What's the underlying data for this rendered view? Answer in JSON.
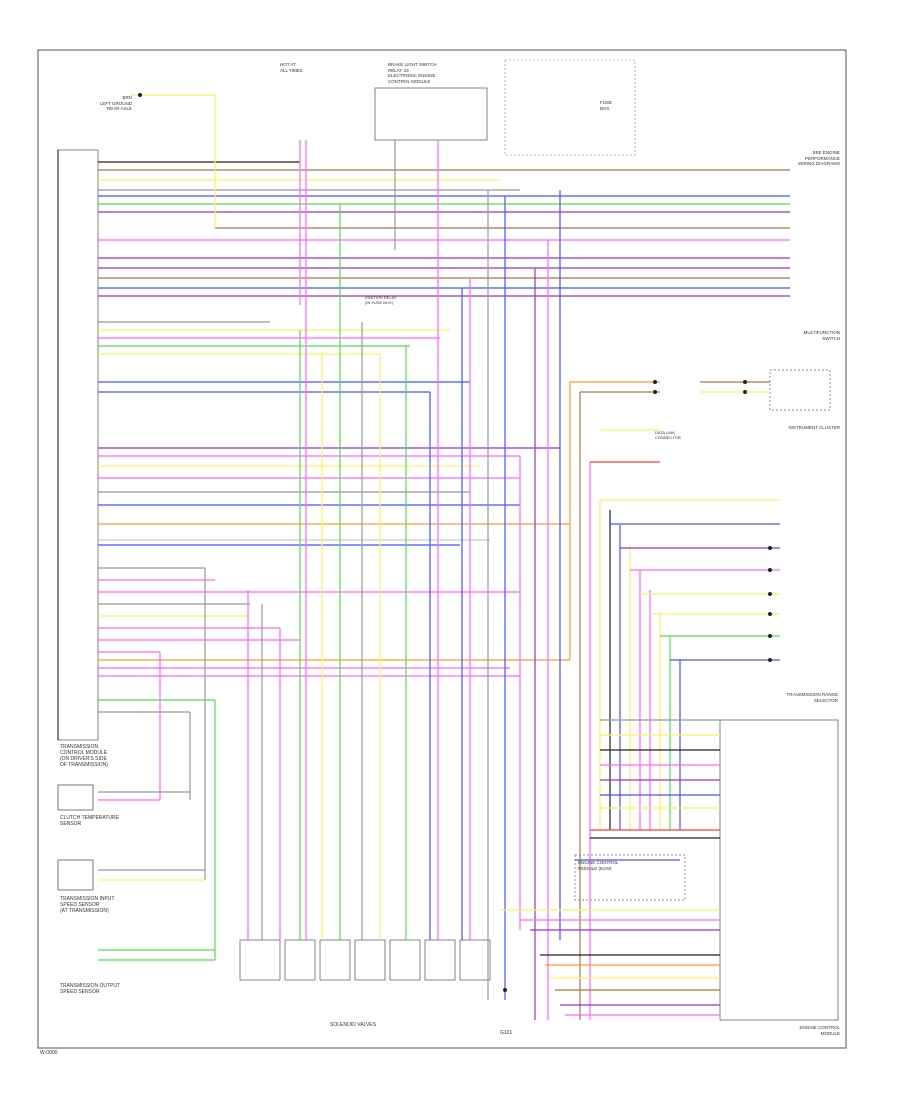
{
  "diagram": {
    "footer_left": "W-0000",
    "components": {
      "tcm": "TRANSMISSION\nCONTROL MODULE\n(ON DRIVER'S SIDE\nOF TRANSMISSION)",
      "clutch_sensor": "CLUTCH TEMPERATURE\nSENSOR",
      "input_speed": "TRANSMISSION INPUT\nSPEED SENSOR\n(AT TRANSMISSION)",
      "output_speed": "TRANSMISSION OUTPUT\nSPEED SENSOR",
      "solenoid_valves": "SOLENOID VALVES",
      "ignition_relay": "IGNITION RELAY\n(IN FUSE BOX)",
      "ground": "G101",
      "range_sensor": "MULTIFUNCTION\nSWITCH",
      "ecm": "ENGINE CONTROL\nMODULE",
      "pcm": "ENGINE CONTROL\nMODULE (ECM)",
      "trans_fluid": "TRANSMISSION RANGE\nSELECTOR",
      "instrument_cluster": "INSTRUMENT CLUSTER",
      "data_link": "DATA LINK\nCONNECTOR",
      "top_center": "BRAKE LIGHT SWITCH\nRELAY 23\nELECTRONIC ENGINE\nCONTROL MODULE",
      "fuse_box_1": "HOT AT\nALL TIMES",
      "fuse_box_2": "FUSE\nBOX",
      "left_tag": "BRN\nLEFT GROUND\nREAR AXLE",
      "right_top": "SEE ENGINE\nPERFORMANCE\nWIRING DIAGRAMS"
    },
    "wire_colors": {
      "blk": "#222222",
      "red": "#ff3b3b",
      "pnk": "#ff66ff",
      "grn": "#55dd55",
      "ylw": "#ffee66",
      "blu": "#4455ff",
      "vio": "#9933cc",
      "org": "#ff9933",
      "gry": "#999999",
      "brn": "#aa7744",
      "wht": "#cccccc"
    }
  }
}
